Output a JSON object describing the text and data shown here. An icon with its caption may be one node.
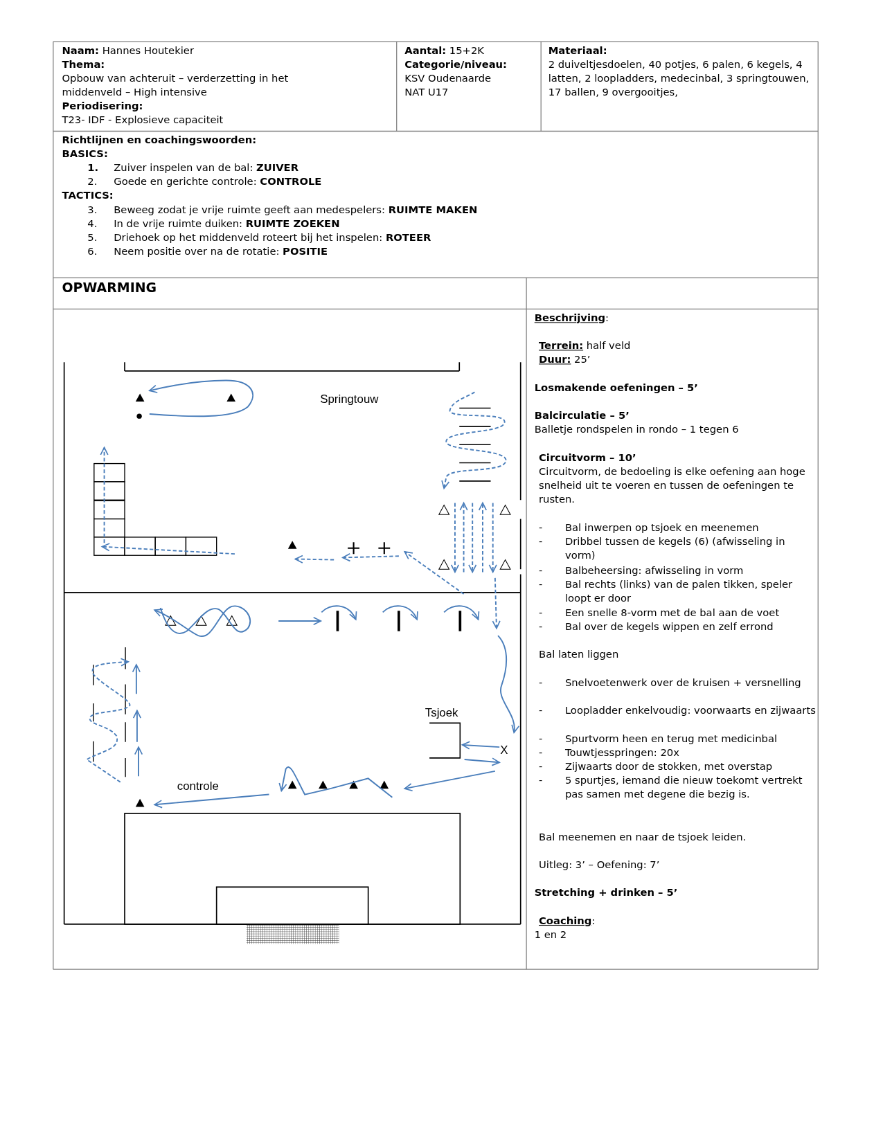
{
  "diagram": {
    "labels": [
      "**Naam:** Hannes Houtekier",
      "Thema:",
      "Opbouw van achteruit – verderzetting in het middenveld – High intensive",
      "Periodisering:",
      "T23- IDF - Explosieve capaciteit",
      "**Aantal:** 15+2K",
      "Categorie/niveau:",
      "KSV Oudenaarde",
      "NAT U17",
      "Materiaal:",
      "2 duiveltjesdoelen, 40 potjes, 6 palen, 6 kegels, 4 latten, 2 loopladders, medecinbal, 3 springtouwen, 17 ballen, 9 overgooitjes,",
      "Richtlijnen en coachingswoorden:",
      "BASICS:",
      "1.",
      "Zuiver inspelen van de bal: **ZUIVER**",
      "2.",
      "Goede en gerichte controle: **CONTROLE**",
      "TACTICS:",
      "3.",
      "Beweeg zodat je vrije ruimte geeft aan medespelers: **RUIMTE MAKEN**",
      "4.",
      "In de vrije ruimte duiken: **RUIMTE ZOEKEN**",
      "5.",
      "Driehoek op het middenveld roteert bij het inspelen: **ROTEER**",
      "6.",
      "Neem positie over na de rotatie: **POSITIE**",
      "OPWARMING",
      "**Beschrijving**:",
      "**Terrein:** half veld",
      "**Duur:** 25’",
      "Losmakende oefeningen – 5’",
      "Balcirculatie – 5’",
      "Balletje rondspelen in rondo – 1 tegen 6",
      "Circuitvorm – 10’",
      "Circuitvorm, de bedoeling is elke oefening aan hoge snelheid uit te voeren en tussen de oefeningen te rusten.",
      "-",
      "Bal inwerpen op tsjoek en meenemen",
      "-",
      "Dribbel tussen de kegels (6) (afwisseling in vorm)",
      "-",
      "Balbeheersing: afwisseling in vorm",
      "-",
      "Bal rechts (links) van de palen tikken, speler loopt er door",
      "-",
      "Een snelle 8-vorm met de bal aan de voet",
      "-",
      "Bal over de kegels wippen en zelf errond",
      "Bal laten liggen",
      "-",
      "Snelvoetenwerk over de kruisen + versnelling",
      "-",
      "Loopladder enkelvoudig: voorwaarts en zijwaarts",
      "-",
      "Spurtvorm heen en terug met medicinbal",
      "-",
      "Touwtjesspringen: 20x",
      "-",
      "Zijwaarts door de stokken, met overstap",
      "-",
      "5 spurtjes, iemand die nieuw toekomt vertrekt pas samen met degene die bezig is.",
      "Bal meenemen en naar de tsjoek leiden.",
      "Uitleg: 3’ – Oefening: 7’",
      "Stretching + drinken – 5’",
      "**Coaching**:",
      "1 en 2",
      "Springtouw",
      "Tsjoek",
      "X",
      "controle"
    ]
  }
}
